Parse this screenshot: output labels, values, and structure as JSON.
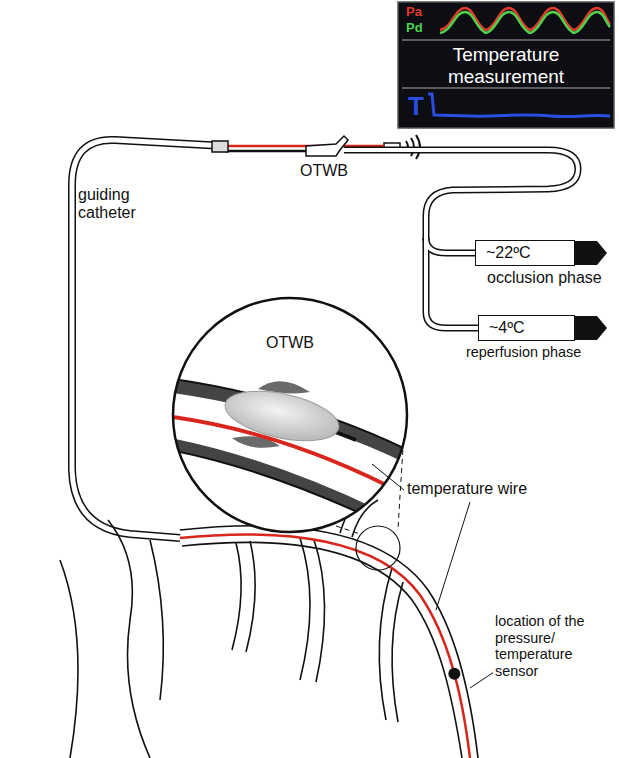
{
  "diagram": {
    "nodes": [
      {
        "text": [
          "Pa",
          "Pd",
          "Temperature measurement",
          "T"
        ]
      },
      {
        "text": [
          "~22ºC",
          "occlusion phase"
        ]
      },
      {
        "text": [
          "~4ºC",
          "reperfusion phase"
        ]
      },
      {
        "text": [
          "OTWB"
        ]
      }
    ],
    "labels": [
      "guiding catheter",
      "OTWB",
      "temperature wire",
      "location of the pressure/ temperature sensor"
    ]
  }
}
